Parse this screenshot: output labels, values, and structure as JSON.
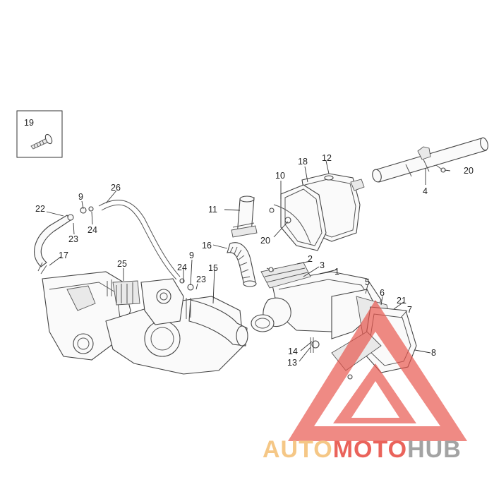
{
  "callouts": {
    "c1": "1",
    "c2": "2",
    "c3": "3",
    "c4": "4",
    "c5": "5",
    "c6": "6",
    "c7": "7",
    "c8": "8",
    "c9a": "9",
    "c9b": "9",
    "c10": "10",
    "c11": "11",
    "c12": "12",
    "c13": "13",
    "c14": "14",
    "c15": "15",
    "c16": "16",
    "c17": "17",
    "c18": "18",
    "c19": "19",
    "c20a": "20",
    "c20b": "20",
    "c21": "21",
    "c22": "22",
    "c23a": "23",
    "c23b": "23",
    "c24a": "24",
    "c24b": "24",
    "c25": "25",
    "c26": "26"
  },
  "watermark": {
    "part1": "AUTO",
    "part2": "MOTO",
    "part3": "HUB",
    "color_orange": "#f5c27a",
    "color_red": "#e8534a",
    "color_gray": "#9a9a9a"
  }
}
